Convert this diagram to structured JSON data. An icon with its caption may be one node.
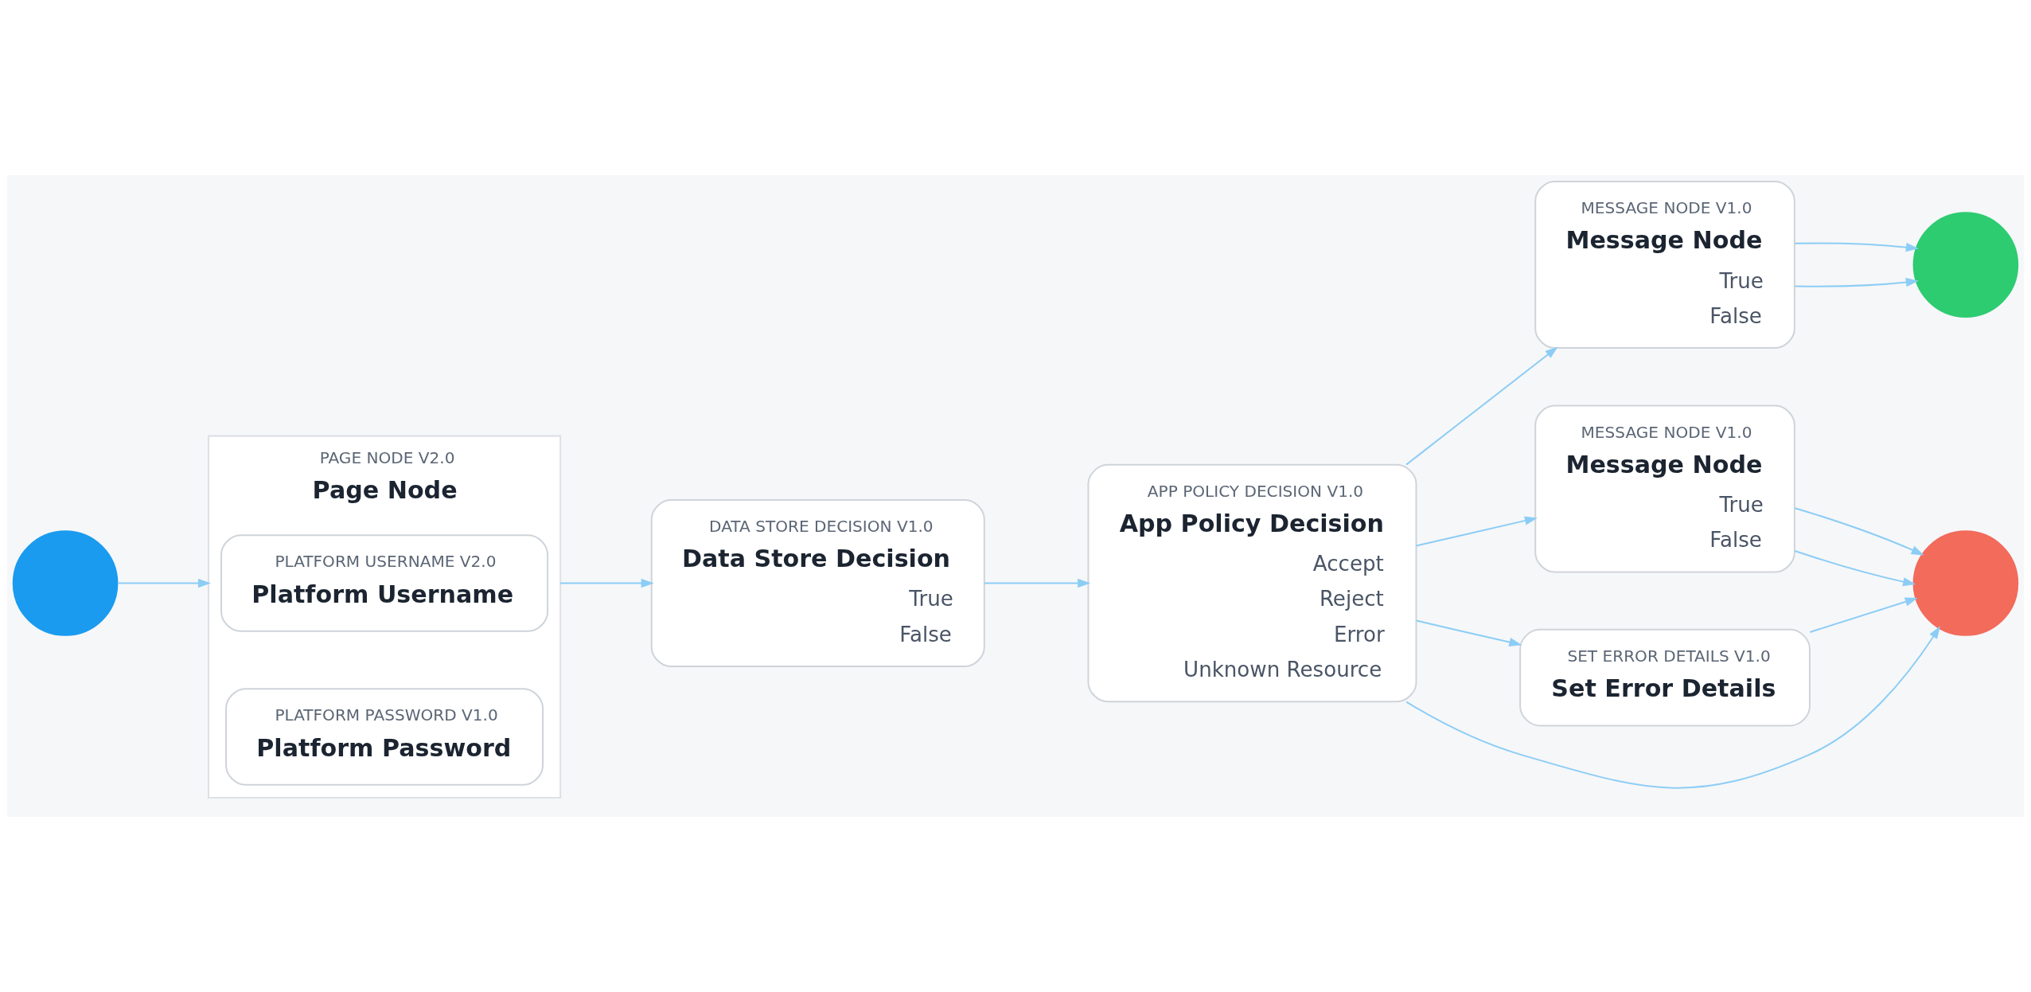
{
  "diagram": {
    "nodes": [
      {
        "text": [],
        "shape": "circle"
      },
      {
        "text": [
          "PAGE NODE V2.0",
          "Page Node"
        ]
      },
      {
        "text": [
          "PLATFORM USERNAME V2.0",
          "Platform Username"
        ],
        "in": 1
      },
      {
        "text": [
          "PLATFORM PASSWORD V1.0",
          "Platform Password"
        ],
        "in": 1
      },
      {
        "text": [
          "DATA STORE DECISION V1.0",
          "Data Store Decision",
          "True",
          "False"
        ]
      },
      {
        "text": [
          "APP POLICY DECISION V1.0",
          "App Policy Decision",
          "Accept",
          "Reject",
          "Error",
          "Unknown Resource"
        ]
      },
      {
        "text": [
          "MESSAGE NODE V1.0",
          "Message Node",
          "True",
          "False"
        ]
      },
      {
        "text": [
          "MESSAGE NODE V1.0",
          "Message Node",
          "True",
          "False"
        ]
      },
      {
        "text": [
          "SET ERROR DETAILS V1.0",
          "Set Error Details"
        ]
      },
      {
        "text": [],
        "shape": "circle"
      },
      {
        "text": [],
        "shape": "circle"
      }
    ],
    "edges": [
      {
        "from": 0,
        "to": 1,
        "arrow": "to"
      },
      {
        "from": 1,
        "to": 4,
        "arrow": "to"
      },
      {
        "from": 4,
        "to": 5,
        "arrow": "to"
      },
      {
        "from": 5,
        "to": 6,
        "arrow": "to"
      },
      {
        "from": 5,
        "to": 7,
        "arrow": "to"
      },
      {
        "from": 5,
        "to": 10,
        "arrow": "to"
      },
      {
        "from": 5,
        "to": 8,
        "arrow": "to"
      },
      {
        "from": 6,
        "to": 9,
        "arrow": "to"
      },
      {
        "from": 6,
        "to": 9,
        "arrow": "to"
      },
      {
        "from": 7,
        "to": 10,
        "arrow": "to"
      },
      {
        "from": 7,
        "to": 10,
        "arrow": "to"
      },
      {
        "from": 8,
        "to": 10,
        "arrow": "to"
      }
    ]
  }
}
